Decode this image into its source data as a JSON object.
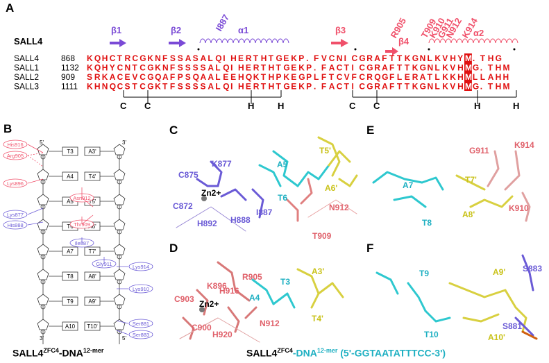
{
  "panels": {
    "A": "A",
    "B": "B",
    "C": "C",
    "D": "D",
    "E": "E",
    "F": "F"
  },
  "alignment": {
    "ss_header": "SALL4",
    "ss_elements": [
      {
        "label": "β1",
        "type": "strand",
        "color": "#7a4ad6"
      },
      {
        "label": "β2",
        "type": "strand",
        "color": "#7a4ad6"
      },
      {
        "label": "α1",
        "type": "helix",
        "color": "#7a4ad6"
      },
      {
        "label": "β3",
        "type": "strand",
        "color": "#f0506a"
      },
      {
        "label": "β4",
        "type": "strand",
        "color": "#f0506a"
      },
      {
        "label": "α2",
        "type": "helix",
        "color": "#f0506a"
      }
    ],
    "residue_labels": [
      {
        "text": "I887",
        "color": "#7a4ad6"
      },
      {
        "text": "R905",
        "color": "#f0506a"
      },
      {
        "text": "T909",
        "color": "#f0506a"
      },
      {
        "text": "K910",
        "color": "#f0506a"
      },
      {
        "text": "G911",
        "color": "#f0506a"
      },
      {
        "text": "N912",
        "color": "#f0506a"
      },
      {
        "text": "K914",
        "color": "#f0506a"
      }
    ],
    "rows": [
      {
        "name": "SALL4",
        "start": "868",
        "seq": "KQHCTRCGKNFSSASALQIHERTHTGEKP.FVCNICGRAFTTKGNLKVHYM.THG"
      },
      {
        "name": "SALL1",
        "start": "1132",
        "seq": "KQHYCNTCGKNFSSSSALQIHERTHTGEKP.FACTICGRAFTTKGNLKVHMG.THM"
      },
      {
        "name": "SALL2",
        "start": "909",
        "seq": "SRKACEVCGQAFPSQAALEEHQKTHPKEGPLFTCVFCRQGFLERATLKKHMLLAHH"
      },
      {
        "name": "SALL3",
        "start": "1111",
        "seq": "KHNQCSTCGKTFSSSSALQIHERTHTGEKP.FACTICGRAFTTKGNLKVHMG.THM"
      }
    ],
    "zinc_letters": [
      "C",
      "C",
      "H",
      "H",
      "C",
      "C",
      "H",
      "H"
    ]
  },
  "panel_b": {
    "left_residues": [
      {
        "text": "His916",
        "color": "#f0506a"
      },
      {
        "text": "Arg905",
        "color": "#f0506a"
      },
      {
        "text": "Lys896",
        "color": "#f0506a"
      },
      {
        "text": "Lys877",
        "color": "#6a5ad6"
      },
      {
        "text": "His888",
        "color": "#6a5ad6"
      }
    ],
    "right_residues": [
      {
        "text": "Lys914",
        "color": "#6a5ad6"
      },
      {
        "text": "Lys910",
        "color": "#6a5ad6"
      },
      {
        "text": "Ser881",
        "color": "#6a5ad6"
      },
      {
        "text": "Ser883",
        "color": "#6a5ad6"
      }
    ],
    "center_residues": [
      {
        "text": "Asn912",
        "color": "#f0506a"
      },
      {
        "text": "Thr909",
        "color": "#f0506a"
      },
      {
        "text": "Ile887",
        "color": "#6a5ad6"
      },
      {
        "text": "Gly911",
        "color": "#6a5ad6"
      }
    ],
    "bases_left": [
      "T3",
      "A4",
      "A5",
      "T6",
      "A7",
      "T8",
      "T9",
      "A10"
    ],
    "bases_right": [
      "A3'",
      "T4'",
      "T5'",
      "A6'",
      "T7'",
      "A8'",
      "A9'",
      "T10'"
    ],
    "end_top_left": "5'",
    "end_top_right": "3'",
    "end_bottom_left": "3'",
    "end_bottom_right": "5'"
  },
  "panel_c": {
    "labels": [
      {
        "text": "K877",
        "color": "#6a5ad6"
      },
      {
        "text": "C875",
        "color": "#6a5ad6"
      },
      {
        "text": "C872",
        "color": "#6a5ad6"
      },
      {
        "text": "H892",
        "color": "#6a5ad6"
      },
      {
        "text": "H888",
        "color": "#6a5ad6"
      },
      {
        "text": "I887",
        "color": "#6a5ad6"
      },
      {
        "text": "A5",
        "color": "#1fb0c2"
      },
      {
        "text": "T6",
        "color": "#1fb0c2"
      },
      {
        "text": "T5'",
        "color": "#c9c21a"
      },
      {
        "text": "A6'",
        "color": "#c9c21a"
      },
      {
        "text": "N912",
        "color": "#e0606a"
      },
      {
        "text": "T909",
        "color": "#e0606a"
      }
    ],
    "zn": "Zn2+"
  },
  "panel_d": {
    "labels": [
      {
        "text": "R905",
        "color": "#e0606a"
      },
      {
        "text": "K896",
        "color": "#e0606a"
      },
      {
        "text": "C903",
        "color": "#e0606a"
      },
      {
        "text": "H916",
        "color": "#e0606a"
      },
      {
        "text": "C900",
        "color": "#e0606a"
      },
      {
        "text": "H920",
        "color": "#e0606a"
      },
      {
        "text": "N912",
        "color": "#e0606a"
      },
      {
        "text": "T3",
        "color": "#1fb0c2"
      },
      {
        "text": "A4",
        "color": "#1fb0c2"
      },
      {
        "text": "A3'",
        "color": "#c9c21a"
      },
      {
        "text": "T4'",
        "color": "#c9c21a"
      }
    ],
    "zn": "Zn2+"
  },
  "panel_e": {
    "labels": [
      {
        "text": "G911",
        "color": "#e0606a"
      },
      {
        "text": "K914",
        "color": "#e0606a"
      },
      {
        "text": "K910",
        "color": "#e0606a"
      },
      {
        "text": "A7",
        "color": "#1fb0c2"
      },
      {
        "text": "T8",
        "color": "#1fb0c2"
      },
      {
        "text": "T7'",
        "color": "#c9c21a"
      },
      {
        "text": "A8'",
        "color": "#c9c21a"
      }
    ]
  },
  "panel_f": {
    "labels": [
      {
        "text": "T9",
        "color": "#1fb0c2"
      },
      {
        "text": "T10",
        "color": "#1fb0c2"
      },
      {
        "text": "A9'",
        "color": "#c9c21a"
      },
      {
        "text": "A10'",
        "color": "#c9c21a"
      },
      {
        "text": "S883",
        "color": "#6a5ad6"
      },
      {
        "text": "S881",
        "color": "#6a5ad6"
      }
    ]
  },
  "captions": {
    "b_main": "SALL4",
    "b_sup1": "ZFC4",
    "b_mid": "-DNA",
    "b_sup2": "12-mer",
    "cf_main": "SALL4",
    "cf_sup1": "ZFC4",
    "cf_mid": "-DNA",
    "cf_sup2": "12-mer",
    "cf_seq": " (5'-GGTAATATTTCC-3')"
  }
}
